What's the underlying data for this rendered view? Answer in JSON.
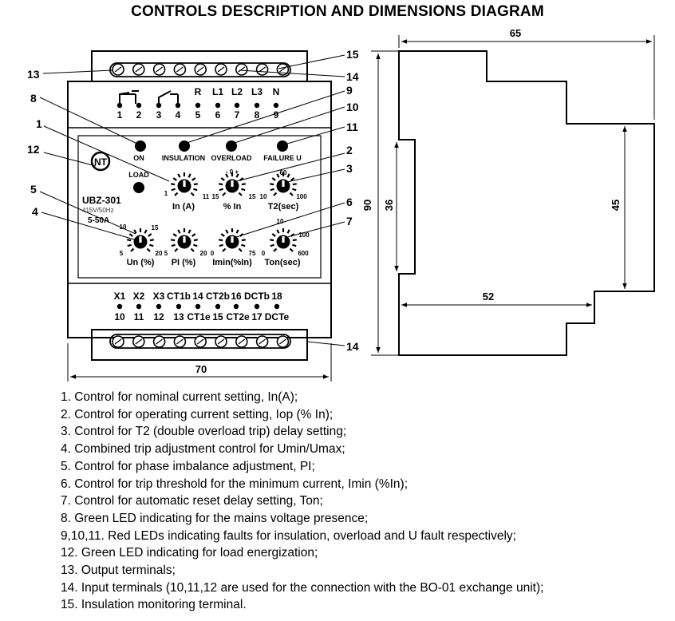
{
  "title": "CONTROLS DESCRIPTION AND DIMENSIONS DIAGRAM",
  "callouts": [
    "13",
    "8",
    "1",
    "12",
    "5",
    "4",
    "15",
    "14",
    "9",
    "10",
    "11",
    "2",
    "3",
    "6",
    "7",
    "14"
  ],
  "terminals_top": [
    "1",
    "2",
    "3",
    "4",
    "5",
    "6",
    "7",
    "8",
    "9"
  ],
  "terminals_top_letters": [
    "R",
    "L1",
    "L2",
    "L3",
    "N"
  ],
  "leds": {
    "on": "ON",
    "insulation": "INSULATION",
    "overload": "OVERLOAD",
    "failure": "FAILURE U",
    "load": "LOAD"
  },
  "device": {
    "model": "UBZ-301",
    "rating": "415V/50Hz",
    "current": "5-50A"
  },
  "knobs": {
    "in": {
      "label": "In (A)",
      "min": "1",
      "max": "11"
    },
    "ip": {
      "label": "% In",
      "min": "15",
      "max": "15",
      "top": "- 0 +"
    },
    "t2": {
      "label": "T2(sec)",
      "min": "10",
      "max": "100",
      "top": "60"
    },
    "un": {
      "label": "Un (%)",
      "min": "5",
      "max": "20",
      "top": "10",
      "right": "15"
    },
    "pi": {
      "label": "PI (%)",
      "min": "5",
      "max": "20"
    },
    "imin": {
      "label": "Imin(%In)",
      "min": "0",
      "max": "75"
    },
    "ton": {
      "label": "Ton(sec)",
      "min": "0",
      "max": "600",
      "top": "10",
      "right": "100"
    }
  },
  "bottom_row1": [
    "X1",
    "X2",
    "X3",
    "CT1b",
    "14",
    "CT2b",
    "16",
    "DCTb",
    "18"
  ],
  "bottom_row2": [
    "10",
    "11",
    "12",
    "13",
    "CT1e",
    "15",
    "CT2e",
    "17",
    "DCTe"
  ],
  "dimensions": {
    "front_width": "70",
    "side_depth": "65",
    "height": "90",
    "inner_height": "36",
    "rail_height": "45",
    "base_depth": "52"
  },
  "descriptions": [
    "1. Control for nominal current setting, In(A);",
    "2. Control for operating current setting, Iop (% In);",
    "3. Control for T2 (double overload trip) delay setting;",
    "4. Combined trip adjustment control for Umin/Umax;",
    "5. Control for phase imbalance adjustment, PI;",
    "6. Control for trip threshold for the minimum current, Imin (%In);",
    "7. Control for automatic reset delay setting, Ton;",
    "8. Green LED indicating for the mains voltage presence;",
    "9,10,11. Red LEDs indicating faults for insulation, overload and U fault respectively;",
    "12. Green LED indicating for load energization;",
    "13. Output terminals;",
    "14. Input terminals (10,11,12 are used for the connection with the BO-01 exchange unit);",
    "15. Insulation monitoring terminal."
  ]
}
